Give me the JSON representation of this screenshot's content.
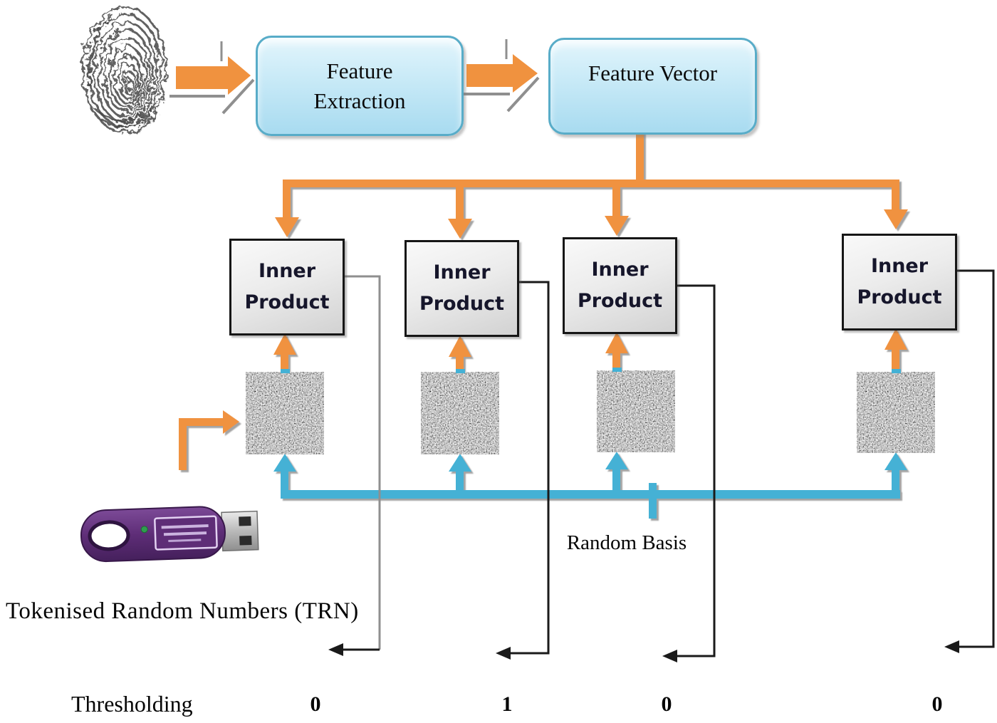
{
  "diagram": {
    "process_nodes": {
      "feature_extraction": "Feature Extraction",
      "feature_vector": "Feature Vector",
      "inner_product": "Inner Product"
    },
    "labels": {
      "random_basis": "Random Basis",
      "tokenised_random_numbers": "Tokenised Random Numbers (TRN)",
      "thresholding": "Thresholding"
    },
    "threshold_values": [
      "0",
      "1",
      "0",
      "0"
    ],
    "images": {
      "fingerprint": "fingerprint-image",
      "usb_token": "usb-token-image",
      "random_matrix": "random-basis-matrix-image"
    },
    "colors": {
      "arrow_orange": "#F0923F",
      "line_blue": "#44B1D5",
      "process_box_fill": "#CDECF8",
      "process_box_border": "#58ACC8",
      "inner_box_border": "#161616",
      "connector_black": "#1A1A1A",
      "connector_gray": "#8F8F8F",
      "shadow_gray": "#9A9A9A",
      "usb_purple": "#5E2D77"
    }
  }
}
